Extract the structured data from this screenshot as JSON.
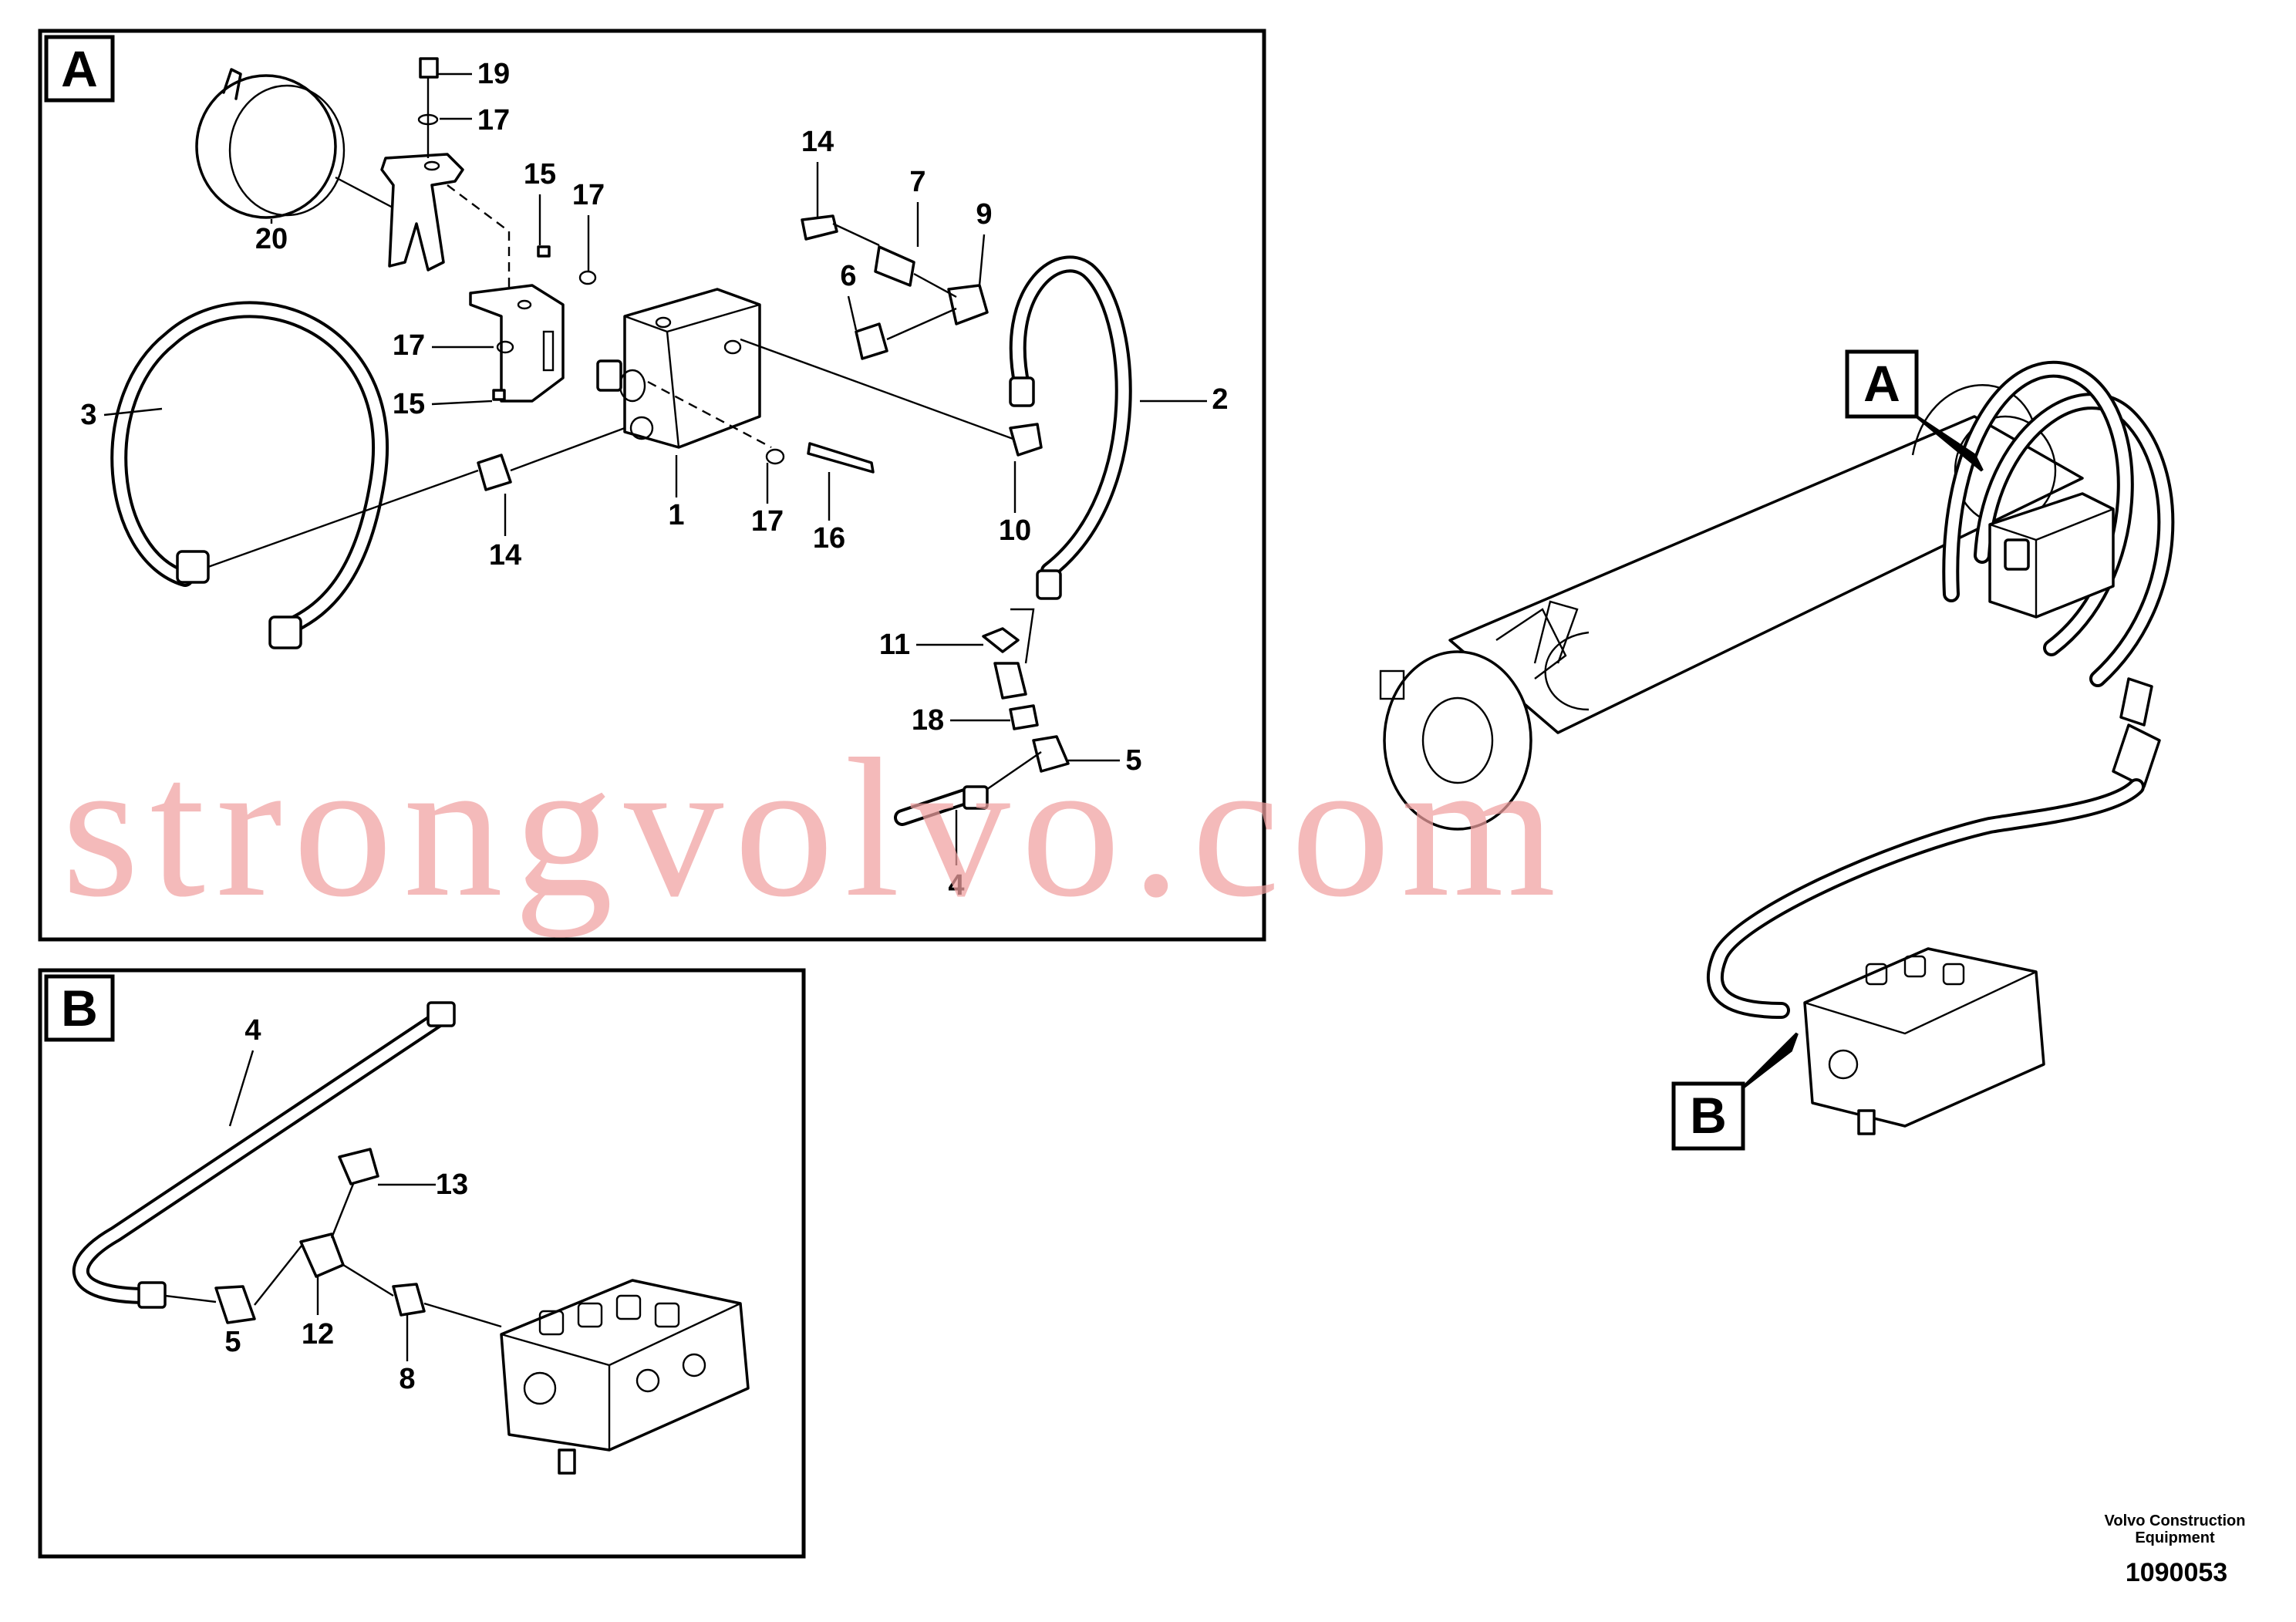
{
  "panels": [
    {
      "id": "A",
      "letter": "A"
    },
    {
      "id": "B",
      "letter": "B"
    }
  ],
  "overview_callouts": [
    {
      "letter": "A"
    },
    {
      "letter": "B"
    }
  ],
  "parts": {
    "A": [
      "19",
      "17",
      "14",
      "7",
      "9",
      "15",
      "17",
      "20",
      "6",
      "17",
      "15",
      "3",
      "2",
      "1",
      "14",
      "17",
      "16",
      "10",
      "11",
      "18",
      "5",
      "4"
    ],
    "B": [
      "4",
      "13",
      "5",
      "12",
      "8"
    ]
  },
  "footer": {
    "company_line1": "Volvo Construction",
    "company_line2": "Equipment",
    "drawing_number": "1090053"
  },
  "watermark": "strongvolvo.com",
  "colors": {
    "watermark": "#f0a0a0",
    "line": "#000000"
  }
}
